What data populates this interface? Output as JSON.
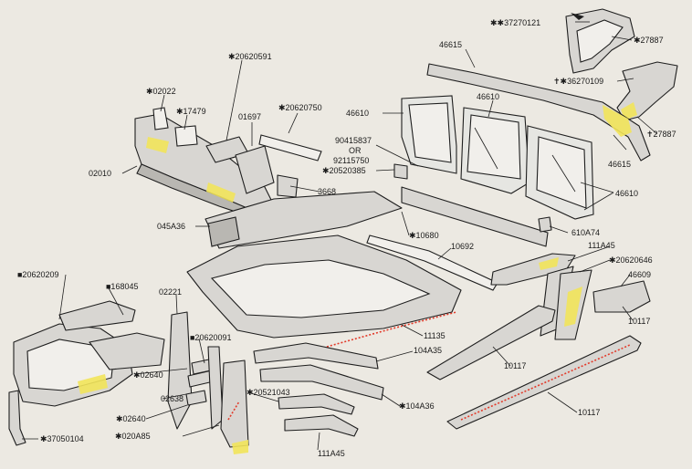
{
  "labels": {
    "l_37270121": "✱✱37270121",
    "l_27887_top": "✱27887",
    "l_46615_top": "46615",
    "l_36270109": "✝✱36270109",
    "l_27887_right": "✝27887",
    "l_02022": "✱02022",
    "l_20620591": "✱20620591",
    "l_17479": "✱17479",
    "l_01697": "01697",
    "l_20620750": "✱20620750",
    "l_46610_a": "46610",
    "l_46610_b": "46610",
    "l_46615_right": "46615",
    "l_90415837": "90415837",
    "l_or": "OR",
    "l_92115750": "92115750",
    "l_20520385": "✱20520385",
    "l_02010": "02010",
    "l_3668": "3668",
    "l_46610_c": "46610",
    "l_045A36": "045A36",
    "l_10680": "✱10680",
    "l_610A74": "610A74",
    "l_10692": "10692",
    "l_111A45_right": "111A45",
    "l_20620646": "✱20620646",
    "l_46609": "46609",
    "l_20620209": "■20620209",
    "l_168045": "■168045",
    "l_02221": "02221",
    "l_10117_a": "10117",
    "l_20620091": "■20620091",
    "l_11135": "11135",
    "l_104A35": "104A35",
    "l_02640_a": "✱02640",
    "l_10117_b": "10117",
    "l_02638": "02638",
    "l_20521043": "✱20521043",
    "l_104A36": "✱104A36",
    "l_02640_b": "✱02640",
    "l_020A85": "✱020A85",
    "l_10117_c": "10117",
    "l_37050104": "✱37050104",
    "l_111A45_bottom": "111A45"
  },
  "icons": {
    "arrow": "arrow-icon"
  },
  "colors": {
    "highlight": "#f2e45a",
    "weld": "#e23a2a",
    "background": "#ece9e2"
  }
}
